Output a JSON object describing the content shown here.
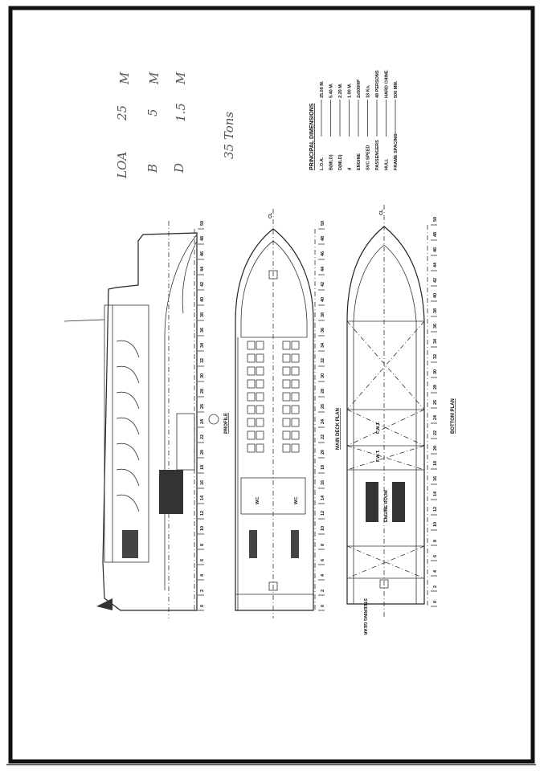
{
  "handwritten_notes": {
    "loa_label": "LOA",
    "loa_value": "25",
    "loa_unit": "M",
    "b_label": "B",
    "b_value": "5",
    "b_unit": "M",
    "d_label": "D",
    "d_value": "1.5",
    "d_unit": "M",
    "tonnage": "35 Tons"
  },
  "principal_dimensions": {
    "title": "PRINCIPAL DIMENSIONS",
    "rows": [
      {
        "label": "L.O.A.",
        "value": "25.00 M."
      },
      {
        "label": "B(MLD)",
        "value": "5.40 M."
      },
      {
        "label": "D(MLD)",
        "value": "2.20 M."
      },
      {
        "label": "d",
        "value": "1.00 M."
      },
      {
        "label": "ENGINE",
        "value": "2x500HP"
      },
      {
        "label": "SVC SPEED",
        "value": "18 Kn."
      },
      {
        "label": "PASSENGERS",
        "value": "48 PERSONS"
      },
      {
        "label": "HULL",
        "value": "HARD CHINE"
      },
      {
        "label": "FRAME SPACING",
        "value": "500 MM."
      }
    ]
  },
  "views": {
    "profile": {
      "title": "PROFILE"
    },
    "main_deck_plan": {
      "title": "MAIN DECK PLAN",
      "centerline": "CL",
      "wc_left": "WC",
      "wc_right": "WC"
    },
    "bottom_plan": {
      "title": "BOTTOM PLAN",
      "centerline": "CL",
      "engine_room": "ENGINE ROOM",
      "fwt_1": "F.W.T.",
      "fwt_2": "F.W.T.",
      "steering_gear": "STEERING GEAR"
    }
  },
  "frame_labels": [
    0,
    2,
    4,
    6,
    8,
    10,
    12,
    14,
    16,
    18,
    20,
    22,
    24,
    26,
    28,
    30,
    32,
    34,
    36,
    38,
    40,
    42,
    44,
    46,
    48,
    50
  ],
  "colors": {
    "ink": "#222222",
    "paper": "#ffffff",
    "pencil": "#555555"
  }
}
